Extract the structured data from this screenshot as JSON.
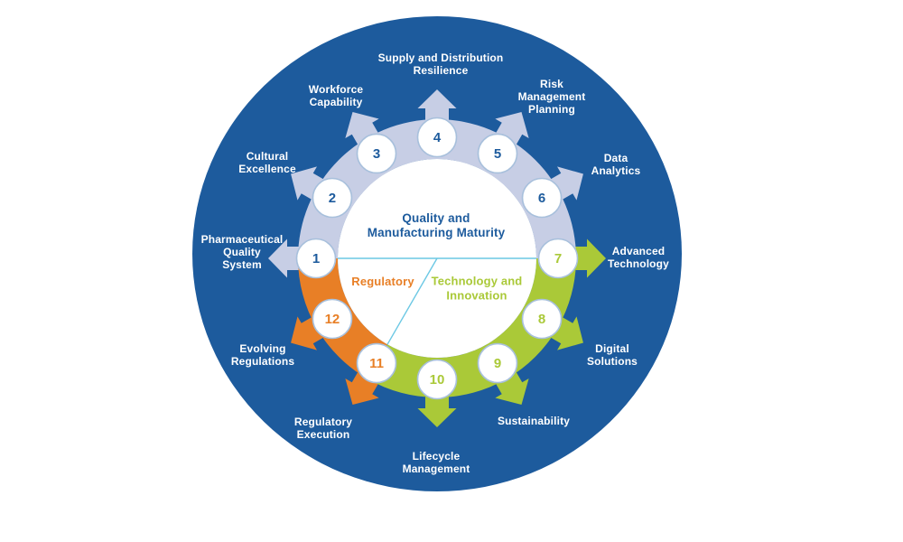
{
  "colors": {
    "background_blue": "#1d5b9d",
    "ring_lavender": "#c7cee5",
    "orange": "#e87f26",
    "green": "#aac938",
    "divider_cyan": "#6cc8e4",
    "circle_border": "#a8c0dc",
    "circle_fill": "#ffffff",
    "label_text": "#ffffff"
  },
  "sections": [
    {
      "id": "quality",
      "label": "Quality and\nManufacturing Maturity",
      "text_color": "#1d5b9d",
      "ring_color": "#c7cee5"
    },
    {
      "id": "regulatory",
      "label": "Regulatory",
      "text_color": "#e87f26",
      "ring_color": "#e87f26"
    },
    {
      "id": "technology",
      "label": "Technology and\nInnovation",
      "text_color": "#aac938",
      "ring_color": "#aac938"
    }
  ],
  "items": [
    {
      "number": "1",
      "label": "Pharmaceutical\nQuality\nSystem",
      "section": "quality",
      "number_color": "#1d5b9d",
      "arrow_color": "#c7cee5"
    },
    {
      "number": "2",
      "label": "Cultural\nExcellence",
      "section": "quality",
      "number_color": "#1d5b9d",
      "arrow_color": "#c7cee5"
    },
    {
      "number": "3",
      "label": "Workforce\nCapability",
      "section": "quality",
      "number_color": "#1d5b9d",
      "arrow_color": "#c7cee5"
    },
    {
      "number": "4",
      "label": "Supply and Distribution\nResilience",
      "section": "quality",
      "number_color": "#1d5b9d",
      "arrow_color": "#c7cee5"
    },
    {
      "number": "5",
      "label": "Risk\nManagement\nPlanning",
      "section": "quality",
      "number_color": "#1d5b9d",
      "arrow_color": "#c7cee5"
    },
    {
      "number": "6",
      "label": "Data\nAnalytics",
      "section": "quality",
      "number_color": "#1d5b9d",
      "arrow_color": "#c7cee5"
    },
    {
      "number": "7",
      "label": "Advanced\nTechnology",
      "section": "technology",
      "number_color": "#aac938",
      "arrow_color": "#aac938"
    },
    {
      "number": "8",
      "label": "Digital\nSolutions",
      "section": "technology",
      "number_color": "#aac938",
      "arrow_color": "#aac938"
    },
    {
      "number": "9",
      "label": "Sustainability",
      "section": "technology",
      "number_color": "#aac938",
      "arrow_color": "#aac938"
    },
    {
      "number": "10",
      "label": "Lifecycle\nManagement",
      "section": "technology",
      "number_color": "#aac938",
      "arrow_color": "#aac938"
    },
    {
      "number": "11",
      "label": "Regulatory\nExecution",
      "section": "regulatory",
      "number_color": "#e87f26",
      "arrow_color": "#e87f26"
    },
    {
      "number": "12",
      "label": "Evolving\nRegulations",
      "section": "regulatory",
      "number_color": "#e87f26",
      "arrow_color": "#e87f26"
    }
  ]
}
